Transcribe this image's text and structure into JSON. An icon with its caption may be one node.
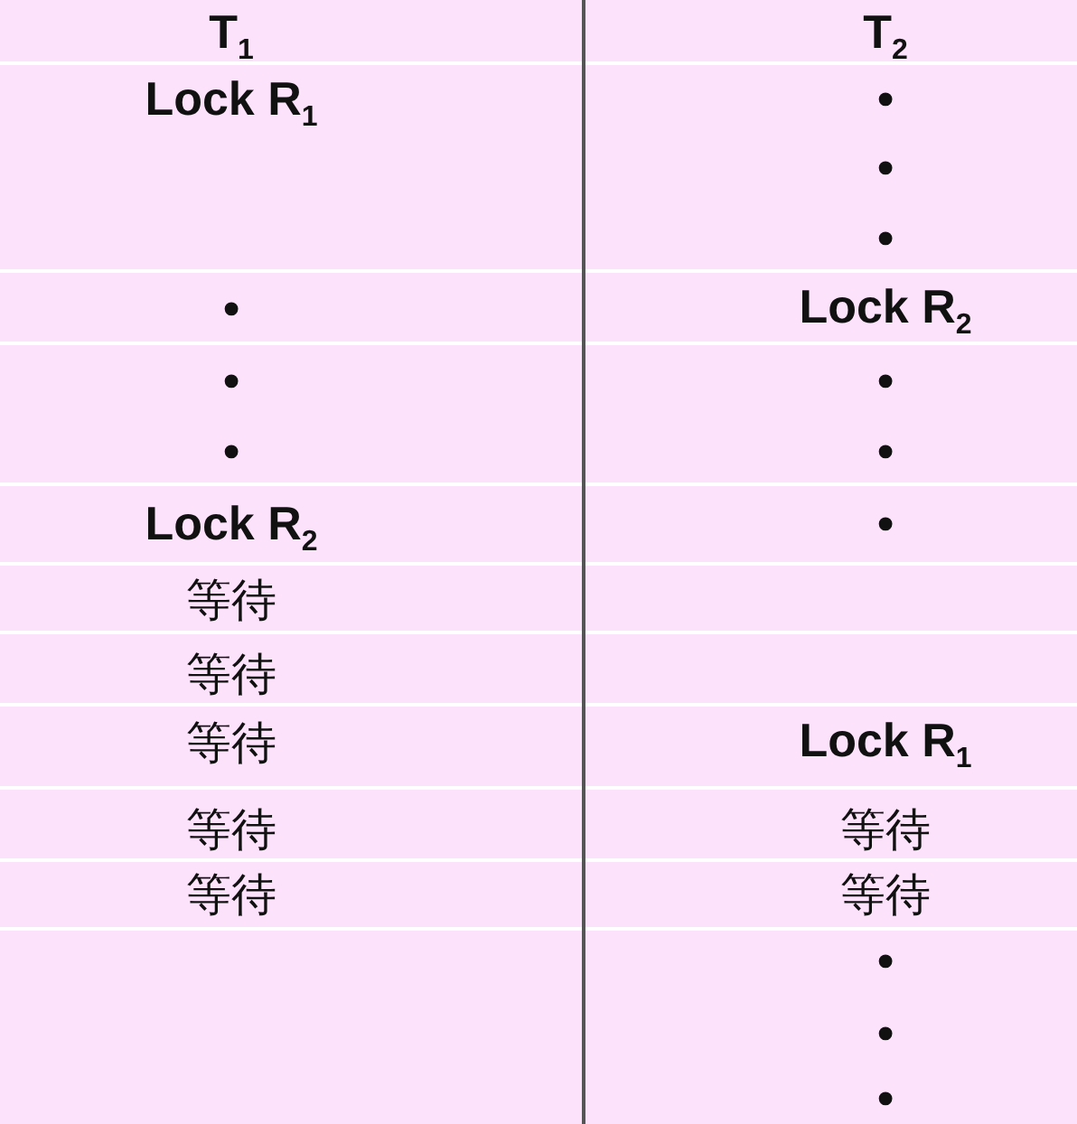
{
  "diagram": {
    "labels": [
      "T$_{1}$",
      "T$_{2}$",
      "Lock R$_{1}$",
      "•",
      "•",
      "•",
      "•",
      "Lock R$_{2}$",
      "•",
      "•",
      "•",
      "•",
      "Lock R$_{2}$",
      "•",
      "等待",
      "等待",
      "等待",
      "Lock R$_{1}$",
      "等待",
      "等待",
      "等待",
      "等待",
      "•",
      "•",
      "•"
    ]
  }
}
